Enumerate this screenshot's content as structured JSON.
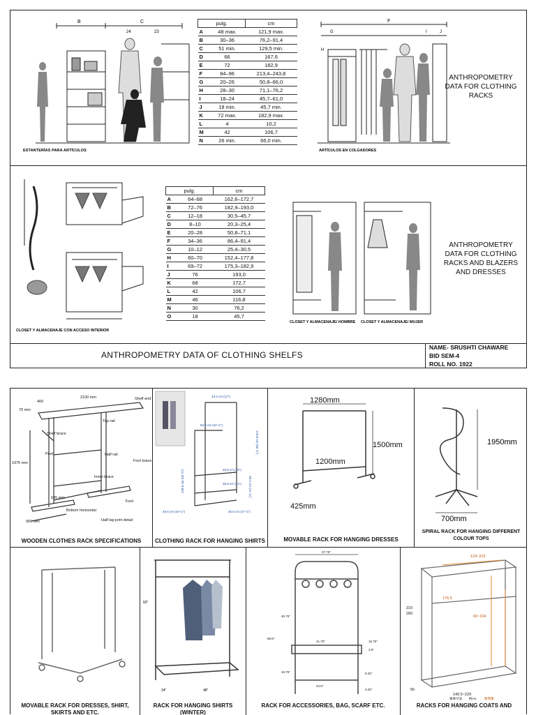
{
  "sheet": {
    "row1": {
      "left_caption": "ESTANTERÍAS PARA ARTÍCULOS",
      "right_fig_caption": "ARTÍCULOS EN COLGADORES",
      "side_caption": "ANTHROPOMETRY DATA FOR CLOTHING RACKS",
      "dims_left": [
        "B",
        "C",
        "24",
        "23"
      ],
      "dims_right": [
        "F",
        "G",
        "H",
        "I",
        "J"
      ],
      "table": {
        "headers": [
          "pulg.",
          "cm"
        ],
        "rows": [
          [
            "A",
            "48 max.",
            "121,9 max."
          ],
          [
            "B",
            "30–36",
            "76,2–91,4"
          ],
          [
            "C",
            "51 min.",
            "129,5 min."
          ],
          [
            "D",
            "66",
            "167,6"
          ],
          [
            "E",
            "72",
            "182,9"
          ],
          [
            "F",
            "84–96",
            "213,4–243,8"
          ],
          [
            "G",
            "20–26",
            "50,8–66,0"
          ],
          [
            "H",
            "28–30",
            "71,1–76,2"
          ],
          [
            "I",
            "18–24",
            "45,7–61,0"
          ],
          [
            "J",
            "18 min.",
            "45,7 min."
          ],
          [
            "K",
            "72 max.",
            "182,9 max."
          ],
          [
            "L",
            "4",
            "10,2"
          ],
          [
            "M",
            "42",
            "106,7"
          ],
          [
            "N",
            "26 min.",
            "66,0 min."
          ]
        ]
      }
    },
    "row2": {
      "left_caption": "CLOSET Y ALMACENAJE CON ACCESO INTERIOR",
      "fig_caption_men": "CLOSET Y ALMACENAJE/ HOMBRE",
      "fig_caption_women": "CLOSET Y ALMACENAJE/ MUJER",
      "side_caption": "ANTHROPOMETRY DATA FOR CLOTHING RACKS AND BLAZERS AND DRESSES",
      "table": {
        "headers": [
          "pulg.",
          "cm"
        ],
        "rows": [
          [
            "A",
            "64–68",
            "162,6–172,7"
          ],
          [
            "B",
            "72–76",
            "182,9–193,0"
          ],
          [
            "C",
            "12–18",
            "30,5–45,7"
          ],
          [
            "D",
            "8–10",
            "20,3–25,4"
          ],
          [
            "E",
            "20–28",
            "50,8–71,1"
          ],
          [
            "F",
            "34–36",
            "86,4–91,4"
          ],
          [
            "G",
            "10–12",
            "25,4–30,5"
          ],
          [
            "H",
            "60–70",
            "152,4–177,8"
          ],
          [
            "I",
            "69–72",
            "175,3–182,9"
          ],
          [
            "J",
            "76",
            "193,0"
          ],
          [
            "K",
            "68",
            "172,7"
          ],
          [
            "L",
            "42",
            "106,7"
          ],
          [
            "M",
            "46",
            "116,8"
          ],
          [
            "N",
            "30",
            "76,2"
          ],
          [
            "O",
            "18",
            "45,7"
          ]
        ]
      }
    },
    "row3": {
      "title": "ANTHROPOMETRY DATA OF CLOTHING SHELFS",
      "name": "NAME- SRUSHTI CHAWARE",
      "class": "BID SEM-4",
      "roll": "ROLL NO. 1922"
    }
  },
  "racks": {
    "wooden": {
      "caption": "WOODEN CLOTHES RACK SPECIFICATIONS",
      "labels": [
        "2100 mm",
        "400",
        "70 mm",
        "Shelf end",
        "Top rail",
        "Shelf brace",
        "Post",
        "Half rail",
        "Foot brace",
        "1975 mm",
        "Inner brace",
        "635 mm",
        "Foot",
        "Bottom horizontal",
        "900 mm",
        "Half lap joint detail"
      ]
    },
    "shirts": {
      "caption": "CLOTHING RACK FOR HANGING SHIRTS",
      "labels": [
        "43.2 cm (17\")",
        "83.2 cm (32 ¾\")",
        "170.0 cm (66 ⅞\")",
        "40.6 cm (16\")",
        "35.6 cm (14\")",
        "28.2 cm (11 ⅛\")",
        "49.0 cm (19 ¼\")",
        "45.0 cm (17 ¾\")",
        "128.0 cm (49 ⅞\")"
      ]
    },
    "movable": {
      "caption": "MOVABLE RACK FOR HANGING DRESSES",
      "w": "1280mm",
      "h": "1500mm",
      "inner": "1200mm",
      "base": "425mm"
    },
    "spiral": {
      "caption": "SPIRAL RACK FOR HANGING DIFFERENT COLOUR TOPS",
      "h": "1950mm",
      "base": "700mm"
    },
    "bottom1": {
      "caption": "MOVABLE RACK FOR DRESSES, SHIRT, SKIRTS AND ETC."
    },
    "bottom2": {
      "caption": "RACK FOR HANGING SHIRTS (WINTER)",
      "labels": [
        "60\"",
        "24\"",
        "48\""
      ]
    },
    "bottom3": {
      "caption": "RACK FOR ACCESSORIES, BAG, SCARF ETC.",
      "labels": [
        "37.75\"",
        "40.75\"",
        "68.5\"",
        "15.75\"",
        "3.5\"",
        "18.75\"",
        "9.25\"",
        "3.25\"",
        "41.75\"",
        "34.5\""
      ]
    },
    "bottom4": {
      "caption": "RACKS FOR HANGING COATS AND",
      "labels": [
        "124~223",
        "210",
        "260",
        "176.5",
        "60~104",
        "140.5~229",
        "56",
        "本体寸法",
        "約cm",
        "耐荷重"
      ]
    }
  }
}
